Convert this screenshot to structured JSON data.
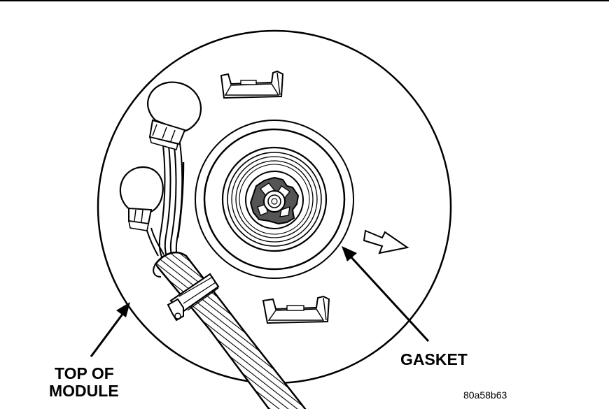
{
  "labels": {
    "top_of_module_line1": "TOP OF",
    "top_of_module_line2": "MODULE",
    "gasket": "GASKET",
    "figure_code": "80a58b63"
  },
  "colors": {
    "line": "#000000",
    "background": "#ffffff",
    "arrow_fill": "#ffffff"
  }
}
